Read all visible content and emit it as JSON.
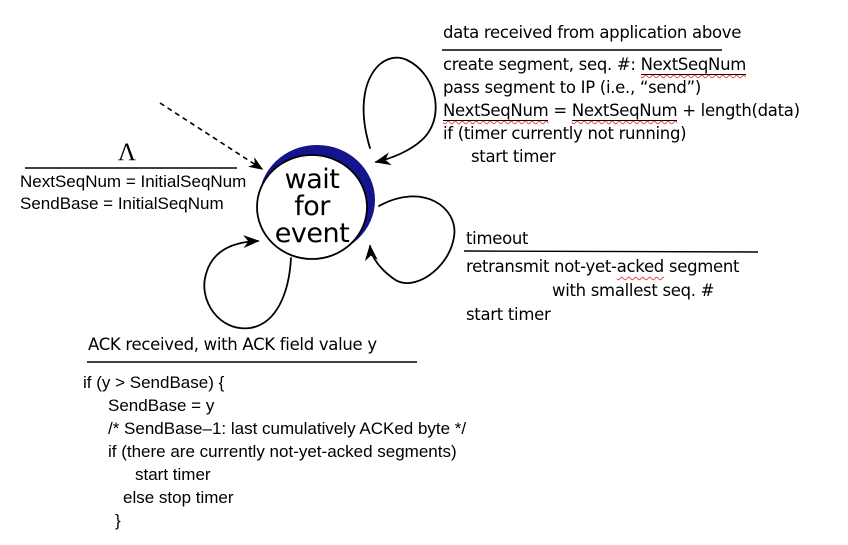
{
  "state": {
    "label": [
      "wait",
      "for",
      "event"
    ]
  },
  "init_transition": {
    "event_symbol": "Λ",
    "actions": [
      "NextSeqNum = InitialSeqNum",
      "SendBase = InitialSeqNum"
    ]
  },
  "data_received_transition": {
    "event": "data received from application above",
    "line1_pre": "create segment, seq. #: ",
    "line1_word": "NextSeqNum",
    "line2": "pass segment to IP (i.e., “send”)",
    "line3_word1": "NextSeqNum",
    "line3_eq": " = ",
    "line3_word2": "NextSeqNum",
    "line3_rest": " + length(data)",
    "line4": "if (timer currently not running)",
    "line5": "start timer"
  },
  "timeout_transition": {
    "event": "timeout",
    "line1_pre": "retransmit not-yet-",
    "line1_word": "acked",
    "line1_post": " segment",
    "line2": "with smallest seq. #",
    "line3": "start timer"
  },
  "ack_transition": {
    "event": "ACK received, with ACK field value y",
    "code": [
      "if (y > SendBase) {",
      "SendBase = y",
      "/* SendBase–1: last cumulatively ACKed byte */",
      "if (there are currently not-yet-acked segments)",
      "start timer",
      "else stop timer",
      "}"
    ]
  },
  "colors": {
    "ink": "#000000",
    "crescent_blue": "#14148c",
    "squiggle_red": "#e8483f",
    "background": "#ffffff"
  }
}
